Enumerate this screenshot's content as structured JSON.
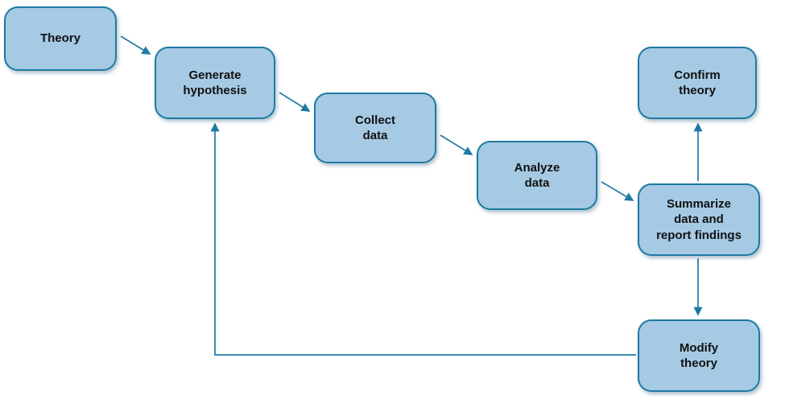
{
  "diagram": {
    "description": "Flowchart of the scientific method cycle",
    "colors": {
      "node_fill": "#a6cae4",
      "node_border": "#1e7aa3",
      "arrow": "#1e7aa3",
      "text": "#111111"
    },
    "nodes": [
      {
        "id": "theory",
        "label": "Theory"
      },
      {
        "id": "generate-hypothesis",
        "label": "Generate\nhypothesis"
      },
      {
        "id": "collect-data",
        "label": "Collect\ndata"
      },
      {
        "id": "analyze-data",
        "label": "Analyze\ndata"
      },
      {
        "id": "summarize-data-and-report-findings",
        "label": "Summarize\ndata and\nreport findings"
      },
      {
        "id": "confirm-theory",
        "label": "Confirm\ntheory"
      },
      {
        "id": "modify-theory",
        "label": "Modify\ntheory"
      }
    ],
    "edges": [
      {
        "from": "theory",
        "to": "generate-hypothesis"
      },
      {
        "from": "generate-hypothesis",
        "to": "collect-data"
      },
      {
        "from": "collect-data",
        "to": "analyze-data"
      },
      {
        "from": "analyze-data",
        "to": "summarize-data-and-report-findings"
      },
      {
        "from": "summarize-data-and-report-findings",
        "to": "confirm-theory"
      },
      {
        "from": "summarize-data-and-report-findings",
        "to": "modify-theory"
      },
      {
        "from": "modify-theory",
        "to": "generate-hypothesis"
      }
    ]
  }
}
